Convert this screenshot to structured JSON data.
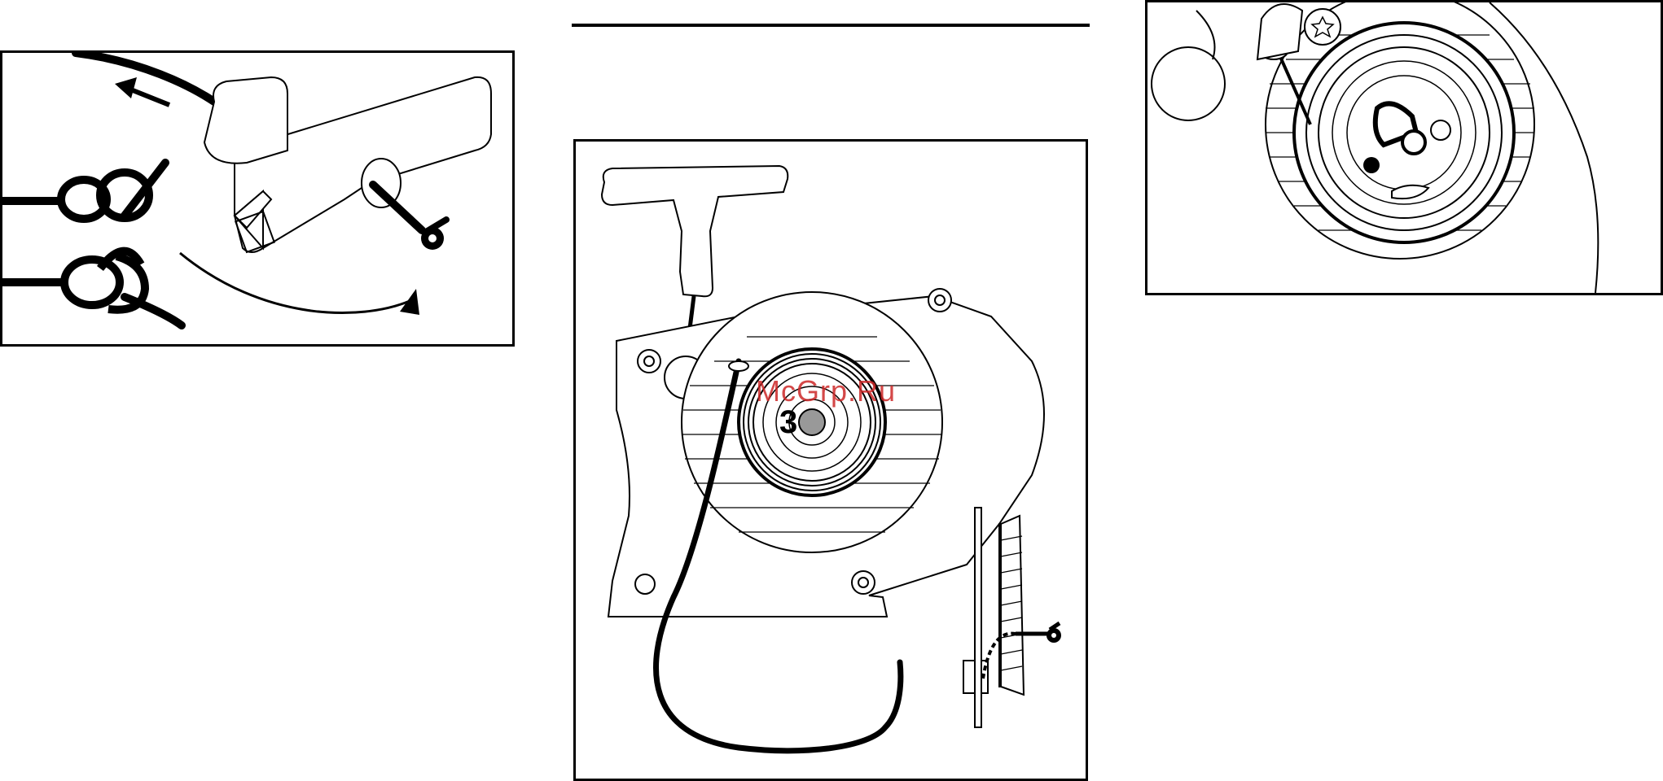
{
  "figure": {
    "callout_label": "3",
    "watermark": "McGrp.Ru"
  },
  "colors": {
    "line": "#000000",
    "watermark": "#d12828",
    "background": "#ffffff"
  },
  "panels": [
    {
      "id": "knots",
      "content": "starter-handle-and-rope-knots"
    },
    {
      "id": "assembly",
      "content": "starter-housing-with-rope-and-pulley"
    },
    {
      "id": "closeup",
      "content": "rewind-spring-and-pawl-closeup"
    }
  ]
}
